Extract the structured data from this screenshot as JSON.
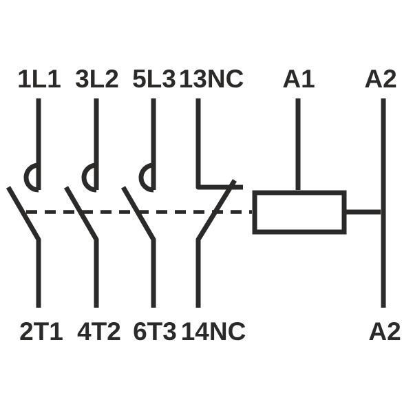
{
  "colors": {
    "line": "#2b2a29",
    "background": "#ffffff"
  },
  "terminals": {
    "top": [
      "1L1",
      "3L2",
      "5L3",
      "13NC",
      "A1",
      "A2"
    ],
    "bottom": [
      "2T1",
      "4T2",
      "6T3",
      "14NC",
      "A2"
    ]
  }
}
